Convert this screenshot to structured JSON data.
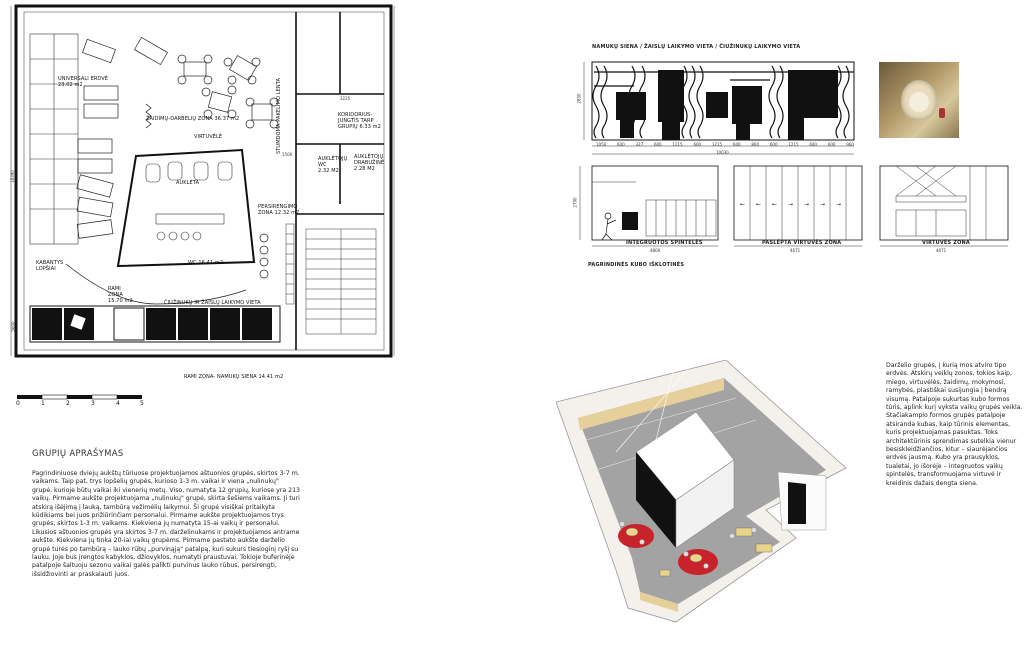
{
  "floor_plan": {
    "labels": {
      "universal_room": "UNIVERSALI ERDVĖ\n23.02 m2",
      "work_zone": "ŽAIDIMŲ-DARBELIŲ ZONA 36.37 m2",
      "kitchenette": "VIRTUVĖLĖ",
      "corridor": "KORIDORIUS-\nJUNGTIS TARP\nGRUPIŲ 6.33 m2",
      "staircase_label": "STUMDOMA PAKELIMO LENTA",
      "teacher_wc": "AUKLĖTOJŲ\nWC\n2.32 M2",
      "teacher_wardrobe": "AUKLĖTOJŲ\nDRABUŽINĖ\n2.28 M2",
      "wc_inner": "AUKLĖTA",
      "changing_zone": "PERSIRENGIMO\nZONA 12.32 m2",
      "wc": "WC 16.41 m2",
      "hanging_beds": "KABANTYS\nLOPŠIAI",
      "quiet_zone": "RAMI\nZONA\n15.70 m2",
      "stroller_place": "ČIUŽINUKŲ IR ŽAISLŲ LAIKYMO VIETA",
      "bottom_caption": "RAMI ZONA- NAMUKŲ SIENA 14.41 m2",
      "small_dim": "1500",
      "side_dim_left": "18390",
      "side_dim_left2": "5600",
      "top_dim": "3225"
    },
    "scale_bar": [
      "0",
      "1",
      "2",
      "3",
      "4",
      "5"
    ]
  },
  "elevations": {
    "top_title": "NAMUKŲ SIENA / ŽAISLŲ LAIKYMO VIETA / ČIUŽINUKŲ LAIKYMO VIETA",
    "top_dims": [
      "1050",
      "600",
      "327",
      "600",
      "1215",
      "600",
      "1215",
      "600",
      "800",
      "600",
      "1215",
      "600",
      "600",
      "960"
    ],
    "top_total": "10030",
    "side_dim_top": "2650",
    "side_dim_bottom": "2790",
    "captions": {
      "built_in": "INTEGRUOTOS SPINTELĖS",
      "built_in_dim": "4800",
      "hidden_kitchen": "PASLĖPTA VIRTUVĖS ZONA",
      "hidden_kitchen_dim": "4671",
      "kitchen": "VIRTUVĖS ZONA",
      "kitchen_dim": "4671",
      "main_section": "PAGRINDINĖS KUBO IŠKLOTINĖS"
    }
  },
  "text": {
    "section_title": "GRUPIŲ APRAŠYMAS",
    "paragraph": "Pagrindiniuose dviejų aukštų tūriuose projektuojamos aštuonios grupės, skirtos 3-7 m. vaikams. Taip pat, trys lopšelių grupės, kurioso 1-3 m. vaikai ir viena „nulinukų\" grupė, kurioje būtų vaikai iki vienerių metų. Viso, numatyta 12 grupių, kuriose yra 213 vaikų. Pirmame aukšte projektuojama „nulinukų\" grupė, skirta šešiems vaikams. Ji turi atskirą išėjimą į lauką, tambūrą vežimėlių laikymui. Ši grupė visiškai pritaikyta kūdikiams bei juos prižiūrinčiam personalui. Pirmame aukšte projektuojamos trys grupės, skirtos 1-3 m. vaikams. Kiekviena jų numatyta 15-ai vaikų ir personalui. Likusios aštuonios grupės yra skirtos 3-7 m. darželinukams ir projektuojamos antrame aukšte. Kiekviena jų tinka 20-iai vaikų grupėms. Pirmame pastato aukšte darželio grupė turės po tambūrą – lauko rūbų „purvinąją\" patalpą, kuri sukurs tiesioginį ryšį su lauku. Joje bus įrengtos kabyklos, džiovyklos, numatyti praustuvai. Tokioje buferinėje patalpoje šaltuoju sezonu vaikai galės palikti purvinus lauko rūbus, persirengti, išsidžiovinti ar praskalauti juos.",
    "right_paragraph": "Darželio grupės, į kurią mos atviro tipo erdvės. Atskirų veiklų zonos, tokios kaip, miego, virtuvėlės, žaidimų, mokymosi, ramybės, plastiškai susijungia į bendrą visumą. Patalpoje sukurtas kubo formos tūris, aplink kurį vyksta vaikų grupės veikla. Stačiakampio formos grupės patalpoje atsiranda kubas, kaip tūrinis elementas, kuris projektuojamas pasuktas. Toks architektūrinis sprendimas sutelkia vienur besiskleidžiančios, kitur – siaurėjančios erdvės jausmą. Kubo yra prausyklos, tualetai, jo išorėje – integruotos vaikų spintelės, transformuojama virtuvė ir kreidinis dažais dengta siena."
  },
  "colors": {
    "accent_red": "#c8222b",
    "floor_grey": "#9b9b9b",
    "wood": "#e6cf9a"
  }
}
